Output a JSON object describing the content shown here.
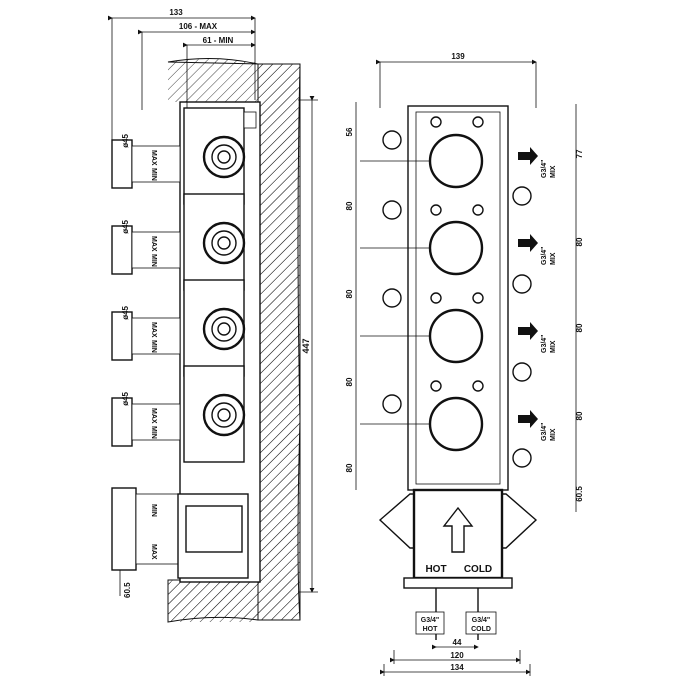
{
  "side_view": {
    "dims_top": [
      "133",
      "106 - MAX",
      "61 - MIN"
    ],
    "diameter_labels": [
      "ø45",
      "ø45",
      "ø45",
      "ø45"
    ],
    "max_label": "MAX",
    "min_label": "MIN",
    "height_total": "447",
    "bottom_dim": "60.5"
  },
  "front_view": {
    "width_top": "139",
    "left_dims": [
      "56",
      "80",
      "80",
      "80",
      "80"
    ],
    "right_dims": [
      "77",
      "80",
      "80",
      "80",
      "60.5"
    ],
    "outlet_labels": [
      "G3/4\"",
      "G3/4\"",
      "G3/4\"",
      "G3/4\""
    ],
    "outlet_mix_label": "MIX",
    "hot_label": "HOT",
    "cold_label": "COLD",
    "inlet_hot": [
      "G3/4\"",
      "HOT"
    ],
    "inlet_cold": [
      "G3/4\"",
      "COLD"
    ],
    "bottom_dims": [
      "44",
      "120",
      "134"
    ]
  }
}
